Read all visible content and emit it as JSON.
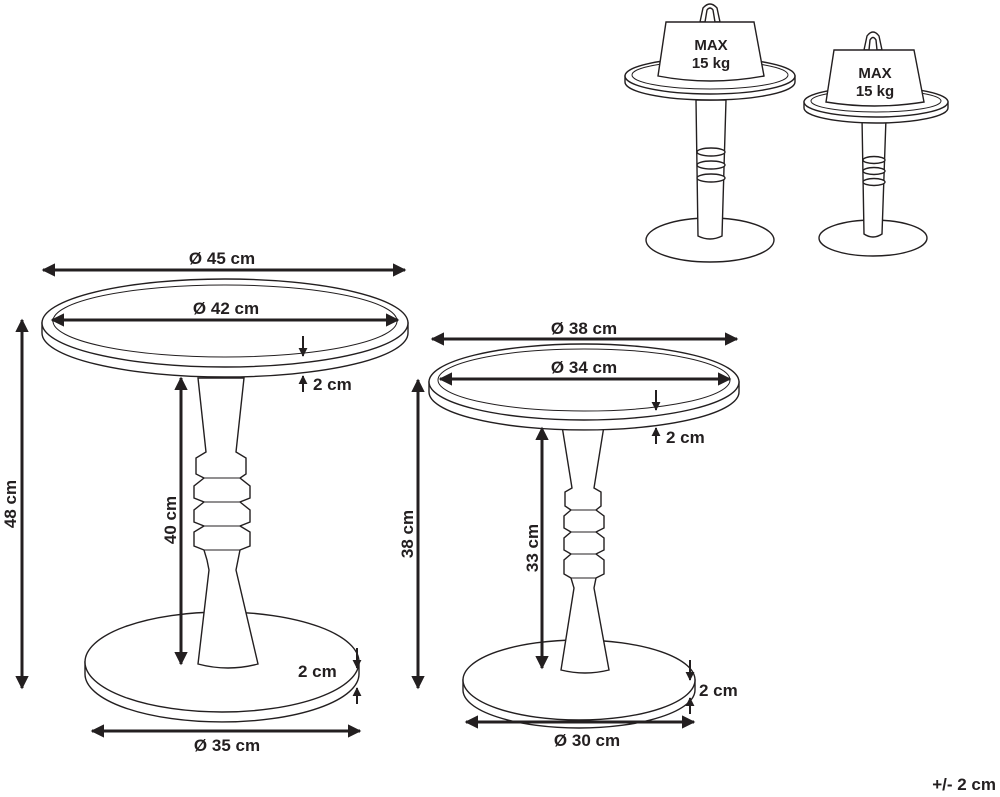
{
  "large_table": {
    "outer_diameter": "Ø 45 cm",
    "top_diameter": "Ø 42 cm",
    "top_thickness": "2 cm",
    "total_height": "48 cm",
    "column_height": "40 cm",
    "base_thickness": "2 cm",
    "base_diameter": "Ø 35 cm"
  },
  "small_table": {
    "outer_diameter": "Ø 38 cm",
    "top_diameter": "Ø 34 cm",
    "top_thickness": "2 cm",
    "total_height": "38 cm",
    "column_height": "33 cm",
    "base_thickness": "2 cm",
    "base_diameter": "Ø 30 cm"
  },
  "load_limit": {
    "large": {
      "line1": "MAX",
      "line2": "15 kg"
    },
    "small": {
      "line1": "MAX",
      "line2": "15 kg"
    }
  },
  "tolerance": "+/- 2 cm"
}
